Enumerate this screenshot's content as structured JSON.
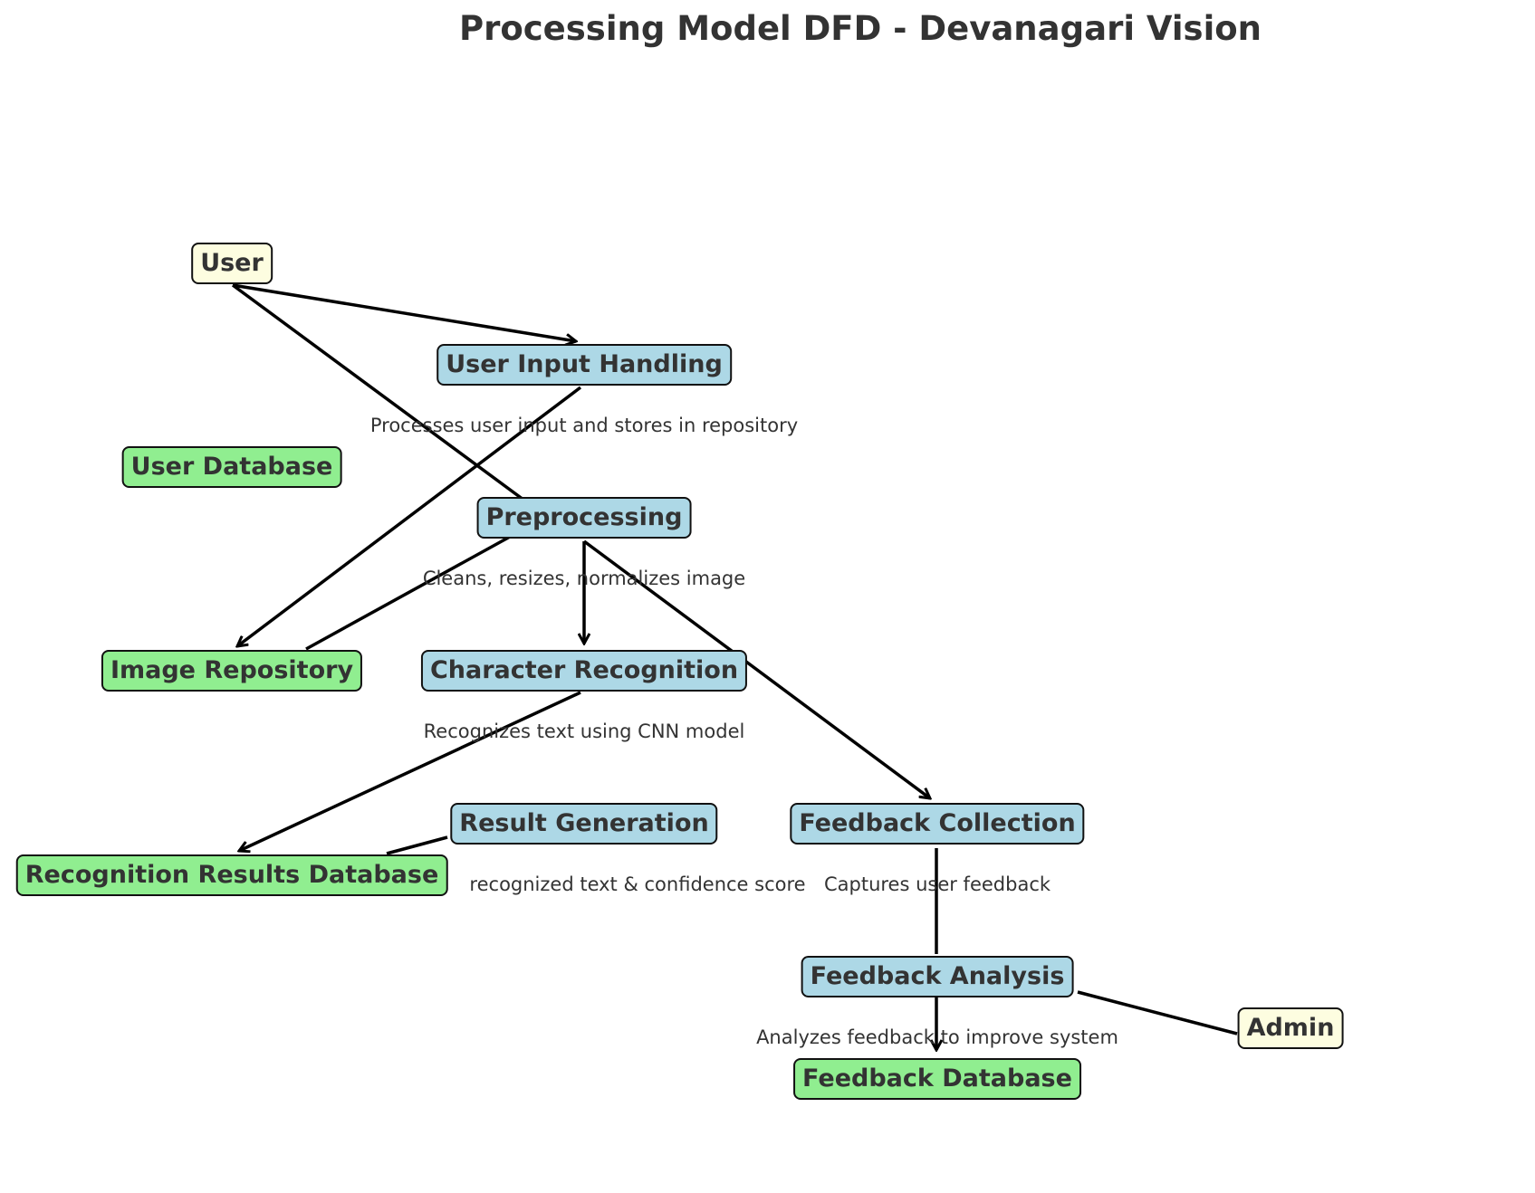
{
  "title": "Processing Model DFD - Devanagari Vision",
  "colors": {
    "external": "#fdfde0",
    "process": "#add8e6",
    "store": "#90ee90",
    "stroke": "#111111",
    "text": "#333333"
  },
  "nodes": {
    "user": {
      "label": "User",
      "kind": "external"
    },
    "admin": {
      "label": "Admin",
      "kind": "external"
    },
    "user_input": {
      "label": "User Input Handling",
      "kind": "process"
    },
    "preprocessing": {
      "label": "Preprocessing",
      "kind": "process"
    },
    "char_recognition": {
      "label": "Character Recognition",
      "kind": "process"
    },
    "result_generation": {
      "label": "Result Generation",
      "kind": "process"
    },
    "feedback_collection": {
      "label": "Feedback Collection",
      "kind": "process"
    },
    "feedback_analysis": {
      "label": "Feedback Analysis",
      "kind": "process"
    },
    "user_db": {
      "label": "User Database",
      "kind": "store"
    },
    "image_repo": {
      "label": "Image Repository",
      "kind": "store"
    },
    "results_db": {
      "label": "Recognition Results Database",
      "kind": "store"
    },
    "feedback_db": {
      "label": "Feedback Database",
      "kind": "store"
    }
  },
  "descriptions": {
    "user_input": "Processes user input and stores in repository",
    "preprocessing": "Cleans, resizes, normalizes image",
    "char_recognition": "Recognizes text using CNN model",
    "result_generation": "recognized text & confidence score",
    "feedback_collection": "Captures user feedback",
    "feedback_analysis": "Analyzes feedback to improve system"
  }
}
